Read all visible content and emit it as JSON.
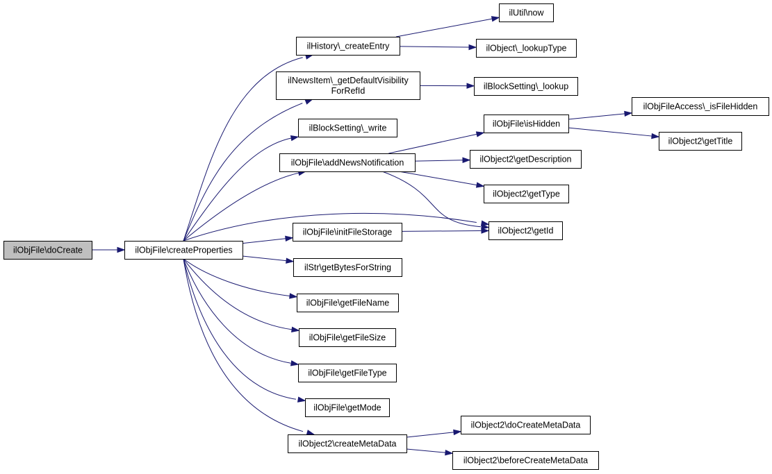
{
  "diagram": {
    "nodes": [
      {
        "id": "doCreate",
        "lines": [
          "ilObjFile\\doCreate"
        ],
        "root": true
      },
      {
        "id": "createProperties",
        "lines": [
          "ilObjFile\\createProperties"
        ]
      },
      {
        "id": "createEntry",
        "lines": [
          "ilHistory\\_createEntry"
        ]
      },
      {
        "id": "utilNow",
        "lines": [
          "ilUtil\\now"
        ]
      },
      {
        "id": "lookupType",
        "lines": [
          "ilObject\\_lookupType"
        ]
      },
      {
        "id": "getDefaultVisibility",
        "lines": [
          "ilNewsItem\\_getDefaultVisibility",
          "ForRefId"
        ]
      },
      {
        "id": "blockLookup",
        "lines": [
          "ilBlockSetting\\_lookup"
        ]
      },
      {
        "id": "blockWrite",
        "lines": [
          "ilBlockSetting\\_write"
        ]
      },
      {
        "id": "addNewsNotification",
        "lines": [
          "ilObjFile\\addNewsNotification"
        ]
      },
      {
        "id": "isHidden",
        "lines": [
          "ilObjFile\\isHidden"
        ]
      },
      {
        "id": "isFileHidden",
        "lines": [
          "ilObjFileAccess\\_isFileHidden"
        ]
      },
      {
        "id": "getTitle",
        "lines": [
          "ilObject2\\getTitle"
        ]
      },
      {
        "id": "getDescription",
        "lines": [
          "ilObject2\\getDescription"
        ]
      },
      {
        "id": "getType",
        "lines": [
          "ilObject2\\getType"
        ]
      },
      {
        "id": "getId",
        "lines": [
          "ilObject2\\getId"
        ]
      },
      {
        "id": "initFileStorage",
        "lines": [
          "ilObjFile\\initFileStorage"
        ]
      },
      {
        "id": "getBytesForString",
        "lines": [
          "ilStr\\getBytesForString"
        ]
      },
      {
        "id": "getFileName",
        "lines": [
          "ilObjFile\\getFileName"
        ]
      },
      {
        "id": "getFileSize",
        "lines": [
          "ilObjFile\\getFileSize"
        ]
      },
      {
        "id": "getFileType",
        "lines": [
          "ilObjFile\\getFileType"
        ]
      },
      {
        "id": "getMode",
        "lines": [
          "ilObjFile\\getMode"
        ]
      },
      {
        "id": "createMetaData",
        "lines": [
          "ilObject2\\createMetaData"
        ]
      },
      {
        "id": "doCreateMetaData",
        "lines": [
          "ilObject2\\doCreateMetaData"
        ]
      },
      {
        "id": "beforeCreateMetaData",
        "lines": [
          "ilObject2\\beforeCreateMetaData"
        ]
      }
    ],
    "edges": [
      {
        "from": "doCreate",
        "to": "createProperties"
      },
      {
        "from": "createProperties",
        "to": "createEntry"
      },
      {
        "from": "createProperties",
        "to": "getDefaultVisibility"
      },
      {
        "from": "createProperties",
        "to": "blockWrite"
      },
      {
        "from": "createProperties",
        "to": "addNewsNotification"
      },
      {
        "from": "createProperties",
        "to": "getId"
      },
      {
        "from": "createProperties",
        "to": "initFileStorage"
      },
      {
        "from": "createProperties",
        "to": "getBytesForString"
      },
      {
        "from": "createProperties",
        "to": "getFileName"
      },
      {
        "from": "createProperties",
        "to": "getFileSize"
      },
      {
        "from": "createProperties",
        "to": "getFileType"
      },
      {
        "from": "createProperties",
        "to": "getMode"
      },
      {
        "from": "createProperties",
        "to": "createMetaData"
      },
      {
        "from": "createEntry",
        "to": "utilNow"
      },
      {
        "from": "createEntry",
        "to": "lookupType"
      },
      {
        "from": "getDefaultVisibility",
        "to": "blockLookup"
      },
      {
        "from": "addNewsNotification",
        "to": "isHidden"
      },
      {
        "from": "addNewsNotification",
        "to": "getDescription"
      },
      {
        "from": "addNewsNotification",
        "to": "getType"
      },
      {
        "from": "addNewsNotification",
        "to": "getId"
      },
      {
        "from": "isHidden",
        "to": "isFileHidden"
      },
      {
        "from": "isHidden",
        "to": "getTitle"
      },
      {
        "from": "initFileStorage",
        "to": "getId"
      },
      {
        "from": "createMetaData",
        "to": "doCreateMetaData"
      },
      {
        "from": "createMetaData",
        "to": "beforeCreateMetaData"
      }
    ]
  }
}
